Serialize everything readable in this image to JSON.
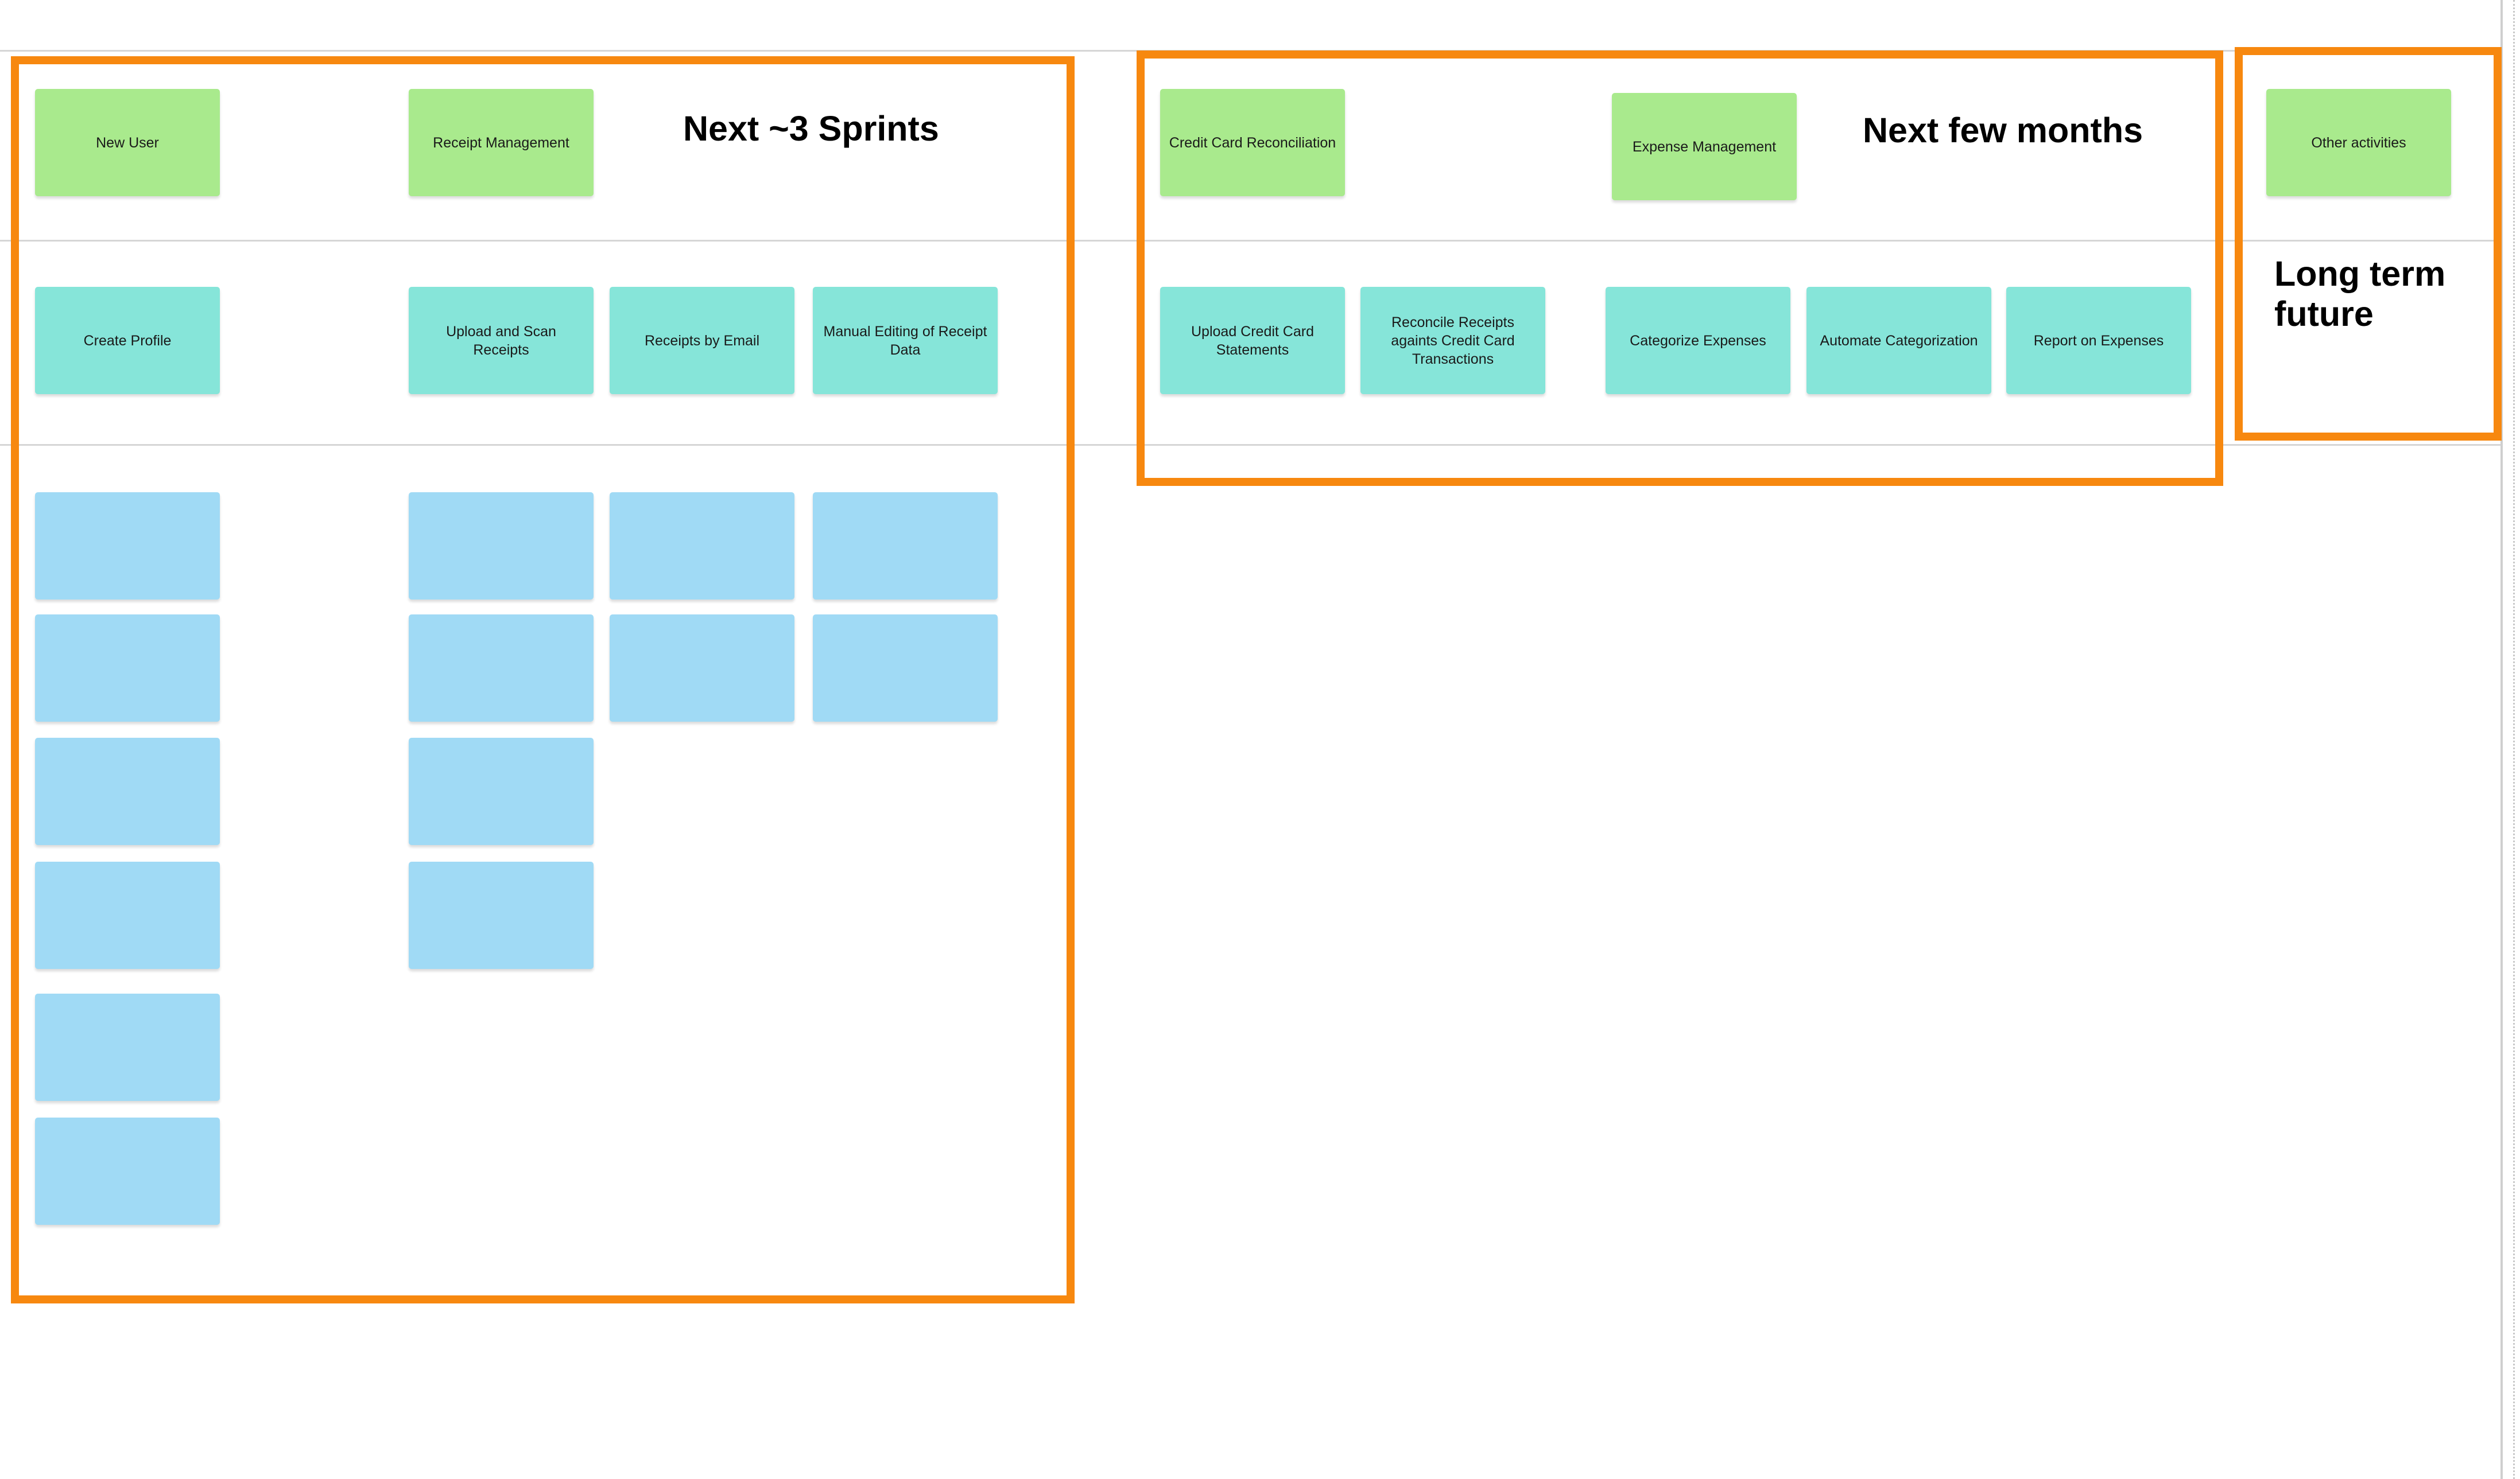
{
  "colors": {
    "frame": "#f7880f",
    "epic_sticky": "#a9ea8d",
    "feature_sticky": "#86e5d9",
    "story_sticky": "#a0daf5",
    "swimlane_divider": "#d6d6d6"
  },
  "frames": {
    "sprints": {
      "heading": "Next ~3 Sprints"
    },
    "months": {
      "heading": "Next few months"
    },
    "future": {
      "heading": "Long term future"
    }
  },
  "epics": [
    {
      "id": "new-user",
      "label": "New User"
    },
    {
      "id": "receipt-management",
      "label": "Receipt Management"
    },
    {
      "id": "credit-card-reconciliation",
      "label": "Credit Card Reconciliation"
    },
    {
      "id": "expense-management",
      "label": "Expense Management"
    },
    {
      "id": "other-activities",
      "label": "Other activities"
    }
  ],
  "features": [
    {
      "id": "create-profile",
      "label": "Create Profile"
    },
    {
      "id": "upload-scan-receipts",
      "label": "Upload and Scan Receipts"
    },
    {
      "id": "receipts-by-email",
      "label": "Receipts by Email"
    },
    {
      "id": "manual-editing",
      "label": "Manual Editing of Receipt Data"
    },
    {
      "id": "upload-credit-card-statements",
      "label": "Upload Credit Card Statements"
    },
    {
      "id": "reconcile-receipts",
      "label": "Reconcile Receipts againts Credit Card Transactions"
    },
    {
      "id": "categorize-expenses",
      "label": "Categorize Expenses"
    },
    {
      "id": "automate-categorization",
      "label": "Automate Categorization"
    },
    {
      "id": "report-on-expenses",
      "label": "Report on Expenses"
    }
  ],
  "story_sticky_counts": {
    "create-profile": 6,
    "upload-scan-receipts": 4,
    "receipts-by-email": 2,
    "manual-editing": 2
  }
}
